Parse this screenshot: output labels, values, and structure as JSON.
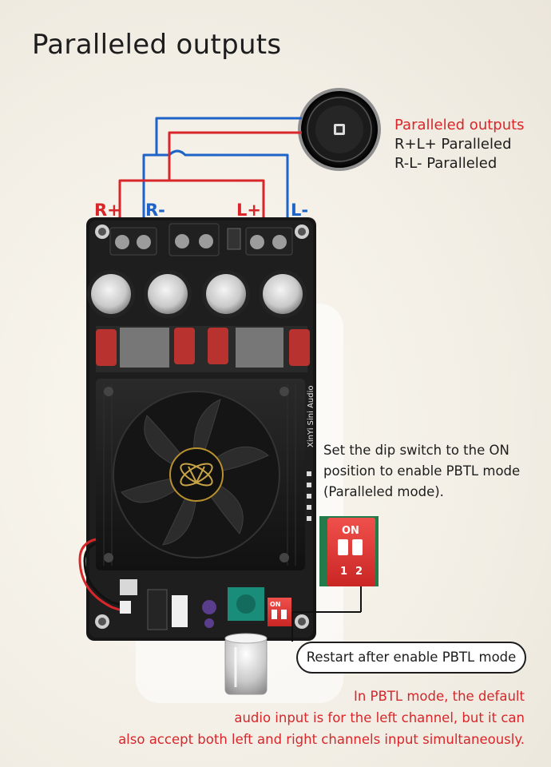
{
  "title": "Paralleled outputs",
  "legend": {
    "heading": "Paralleled outputs",
    "line1": "R+L+ Paralleled",
    "line2": "R-L- Paralleled"
  },
  "terminals": {
    "r_plus": "R+",
    "r_minus": "R-",
    "l_plus": "L+",
    "l_minus": "L-"
  },
  "board_print": "XinYi Sini Audio",
  "dip_note": {
    "line1": "Set the dip switch to the ON",
    "line2": "position to enable PBTL mode",
    "line3": "(Paralleled mode)."
  },
  "dip_switch": {
    "on_label": "ON",
    "switch_1": "1",
    "switch_2": "2"
  },
  "restart_note": "Restart after enable PBTL mode",
  "bottom_note": {
    "line1": "In PBTL mode, the default",
    "line2": "audio input is for the left channel, but it can",
    "line3": "also accept both left and right channels input simultaneously."
  },
  "colors": {
    "red_wire": "#d8262a",
    "blue_wire": "#1e63c8",
    "board": "#1a1a1a"
  }
}
